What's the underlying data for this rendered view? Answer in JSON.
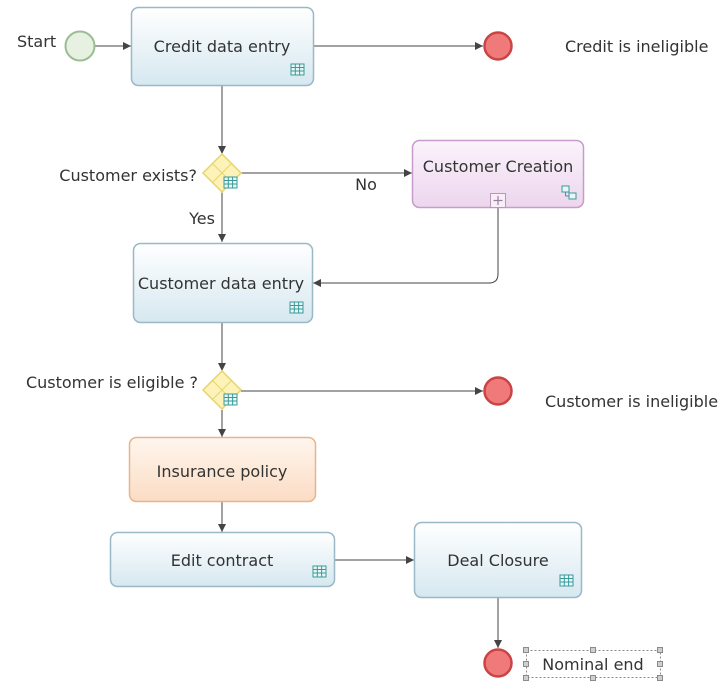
{
  "diagram": {
    "start": {
      "label": "Start"
    },
    "tasks": {
      "credit_data_entry": "Credit data entry",
      "customer_creation": "Customer Creation",
      "customer_data_entry": "Customer data entry",
      "insurance_policy": "Insurance policy",
      "edit_contract": "Edit contract",
      "deal_closure": "Deal Closure"
    },
    "gateways": {
      "customer_exists": "Customer exists?",
      "customer_eligible": "Customer is eligible ?"
    },
    "edges": {
      "no": "No",
      "yes": "Yes"
    },
    "ends": {
      "credit_ineligible": "Credit is ineligible",
      "customer_ineligible": "Customer is ineligible",
      "nominal_end": "Nominal end"
    },
    "colors": {
      "task_fill": "#dcecf3",
      "task_stroke": "#9ab8c6",
      "subprocess_fill": "#f3e2f3",
      "subprocess_stroke": "#c79bcb",
      "insurance_fill": "#fce8d6",
      "insurance_stroke": "#e8b48c",
      "start_fill": "#e5f0e0",
      "start_stroke": "#9cbc94",
      "end_fill": "#f06e6e",
      "end_stroke": "#c23a3a",
      "gateway_fill": "#fdf3b8",
      "gateway_stroke": "#e8d46a",
      "icon_color": "#3a9a9a"
    },
    "icons": {
      "task": "table-icon",
      "subprocess": "subprocess-icon",
      "expand": "expand-plus-icon"
    }
  }
}
